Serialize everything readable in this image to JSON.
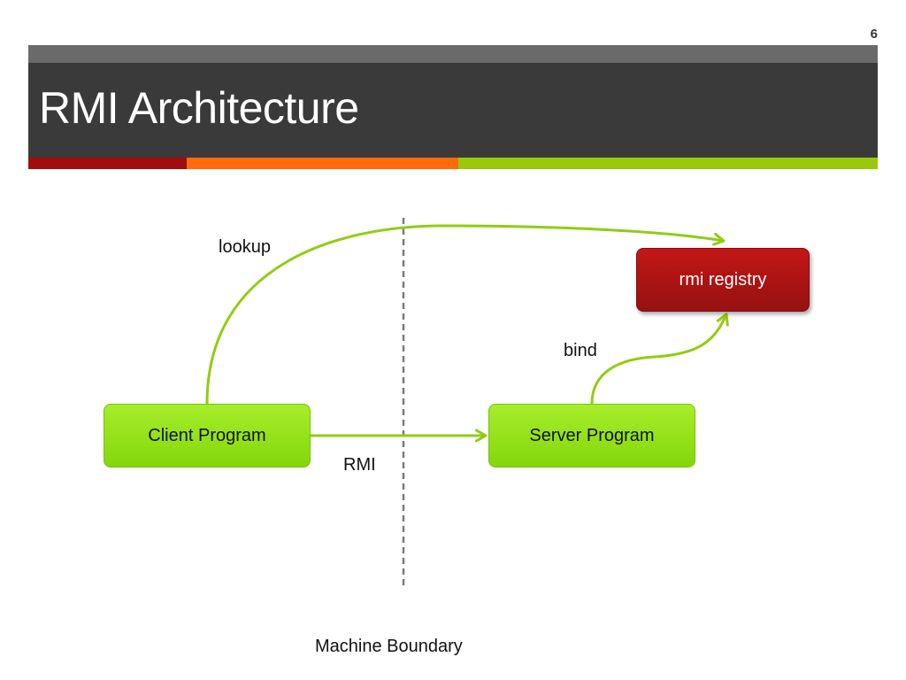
{
  "slide": {
    "page_number": "6",
    "title": "RMI Architecture"
  },
  "colors": {
    "title_bar": "#3a3a3a",
    "title_bar_top": "#6a6a6a",
    "accent_red": "#a10d0d",
    "accent_orange": "#ff6a0a",
    "accent_green": "#99c90a",
    "node_green": "#96e01a",
    "node_red": "#b01414",
    "connector": "#92cc12",
    "boundary_line": "#7a7a7a"
  },
  "diagram": {
    "nodes": {
      "client": "Client Program",
      "server": "Server Program",
      "registry": "rmi registry"
    },
    "edges": {
      "lookup": "lookup",
      "bind": "bind",
      "rmi": "RMI"
    },
    "boundary_label": "Machine Boundary"
  }
}
